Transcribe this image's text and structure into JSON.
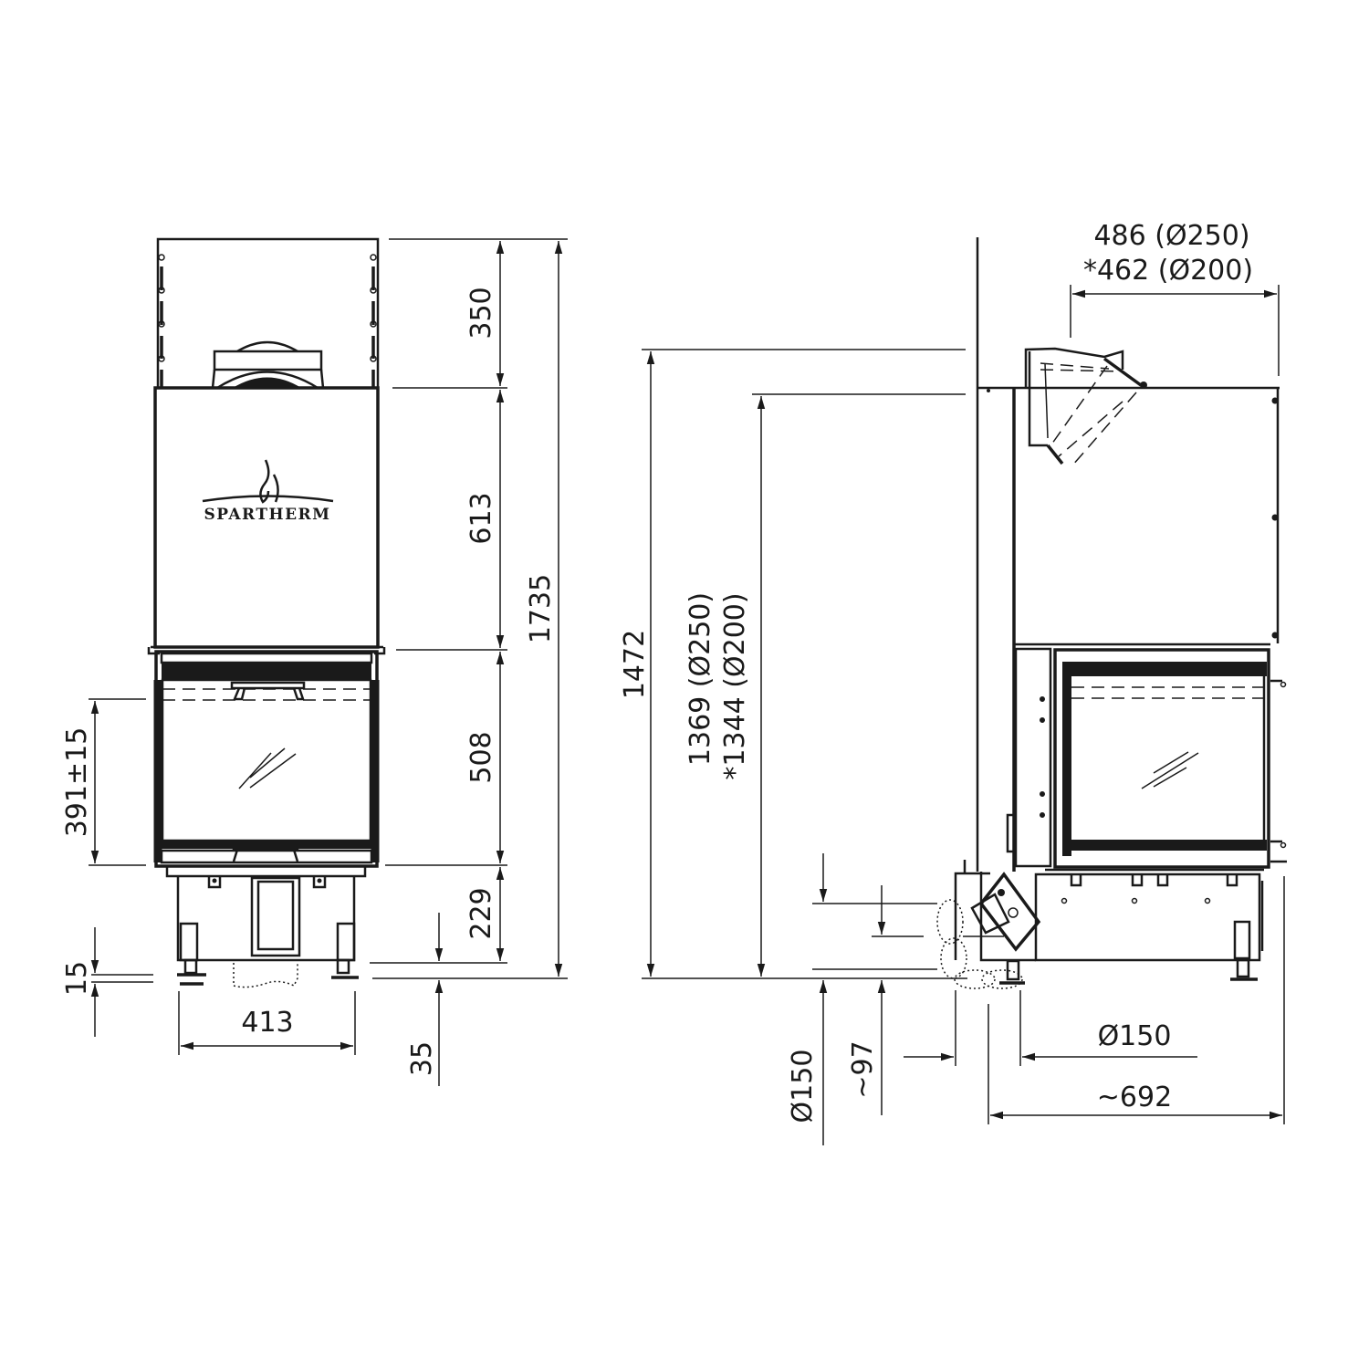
{
  "brand": {
    "logo_text": "SPARTHERM"
  },
  "front_view": {
    "dimensions": {
      "flue_collar_height": "350",
      "upper_casing_height": "613",
      "door_height": "508",
      "base_height": "229",
      "total_height": "1735",
      "glass_height": "391±15",
      "foot_adjust": "15",
      "foot_offset": "35",
      "foot_spacing": "413"
    }
  },
  "side_view": {
    "dimensions": {
      "flue_offset_top": "486 (Ø250)",
      "flue_offset_top_alt": "*462 (Ø200)",
      "overall_height": "1472",
      "flue_height": "1369 (Ø250)",
      "flue_height_alt": "*1344 (Ø200)",
      "air_inlet_diameter_vertical": "Ø150",
      "air_inlet_height": "~97",
      "air_inlet_diameter_horizontal": "Ø150",
      "depth": "~692"
    }
  },
  "colors": {
    "line": "#1a1a1a",
    "background": "#ffffff"
  }
}
